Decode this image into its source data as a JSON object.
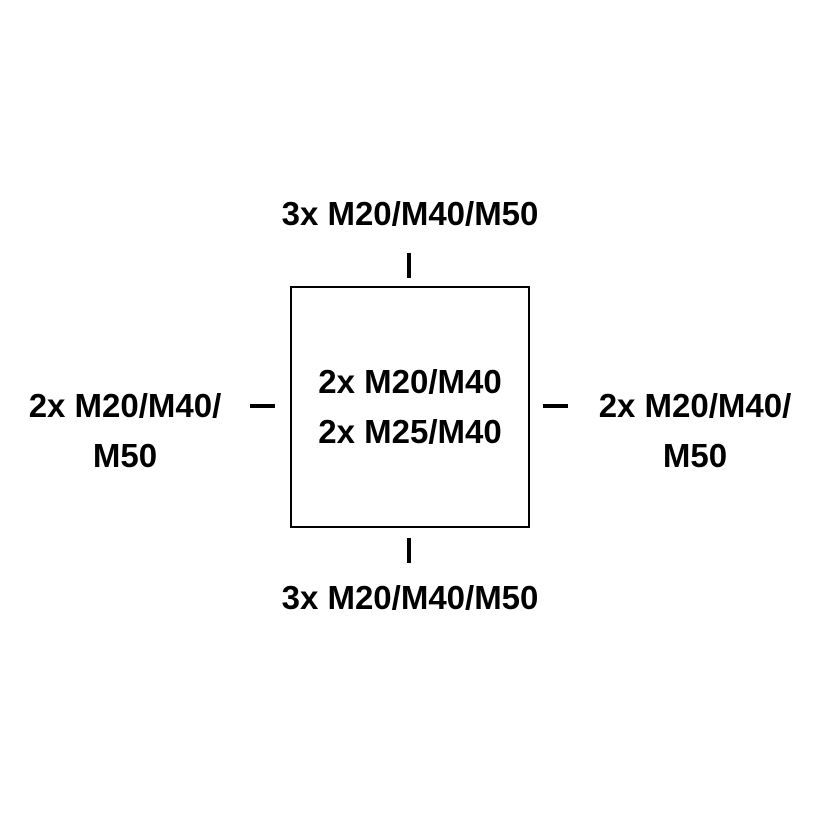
{
  "diagram": {
    "top": {
      "label": "3x M20/M40/M50"
    },
    "bottom": {
      "label": "3x M20/M40/M50"
    },
    "left": {
      "line1": "2x M20/M40/",
      "line2": "M50"
    },
    "right": {
      "line1": "2x M20/M40/",
      "line2": "M50"
    },
    "center": {
      "line1": "2x M20/M40",
      "line2": "2x M25/M40"
    },
    "colors": {
      "line": "#000000",
      "background": "#ffffff"
    }
  }
}
